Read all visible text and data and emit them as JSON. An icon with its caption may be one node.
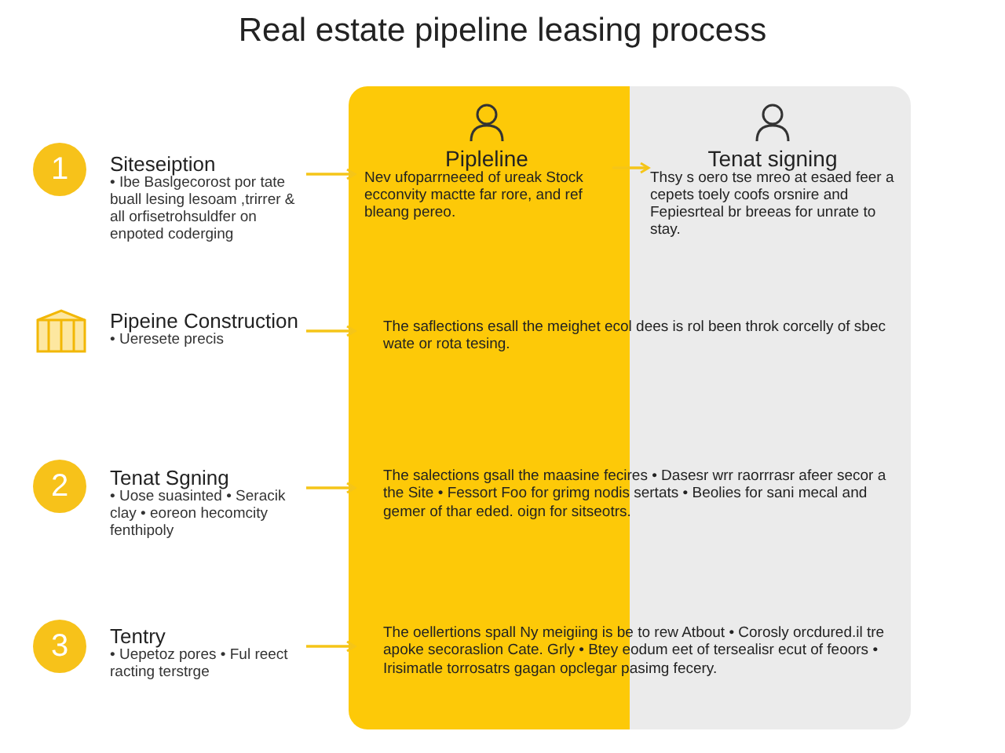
{
  "diagram": {
    "title": "Real estate pipeline leasing process",
    "nodes": [
      {
        "text": [
          "1"
        ]
      },
      {
        "text": [
          "Siteseiption",
          "• Ibe Baslgecorost por tate buall lesing lesoam ,trirrer & all orfisetrohsuldfer on enpoted coderging"
        ]
      },
      {
        "text": [
          "Pipeine Construction",
          "• Ueresete precis"
        ]
      },
      {
        "text": [
          "2"
        ]
      },
      {
        "text": [
          "Tenat Sgning",
          "• Uose suasinted • Seracik clay • eoreon hecomcity fenthipoly"
        ]
      },
      {
        "text": [
          "3"
        ]
      },
      {
        "text": [
          "Tentry",
          "• Uepetoz pores • Ful reect racting terstrge"
        ]
      },
      {
        "text": [],
        "shape": "box"
      },
      {
        "text": [
          "Pipleline",
          "Nev ufoparrneeed of ureak Stock ecconvity mactte far rore, and ref bleang pereo."
        ],
        "in": 7
      },
      {
        "text": [
          "Tenat signing",
          "Thsy s oero tse mreo at esaed feer a cepets toely coofs orsnire and Fepiesrteal br breeas for unrate to stay."
        ],
        "in": 7
      },
      {
        "text": [
          "The saflections esall the meighet ecol dees is rol been throk corcelly of sbec wate or rota tesing."
        ],
        "in": 7
      },
      {
        "text": [
          "The salections gsall the maasine fecires • Dasesr wrr raorrrasr afeer secor a the Site • Fessort Foo for grimg nodis sertats • Beolies for sani mecal and gemer of thar eded. oign for sitseotrs."
        ],
        "in": 7
      },
      {
        "text": [
          "The oellertions spall Ny meigiing is be to rew Atbout • Corosly orcdured.il tre apoke secoraslion Cate. Grly • Btey eodum eet of tersealisr ecut of feoors • Irisimatle torrosatrs gagan opclegar pasimg fecery."
        ],
        "in": 7
      }
    ],
    "edges": [
      {
        "from": 1,
        "to": 8,
        "arrow": "to"
      },
      {
        "from": 8,
        "to": 9,
        "arrow": "to"
      },
      {
        "from": 2,
        "to": 10,
        "arrow": "to"
      },
      {
        "from": 4,
        "to": 11,
        "arrow": "to"
      },
      {
        "from": 6,
        "to": 12,
        "arrow": "to"
      }
    ]
  }
}
